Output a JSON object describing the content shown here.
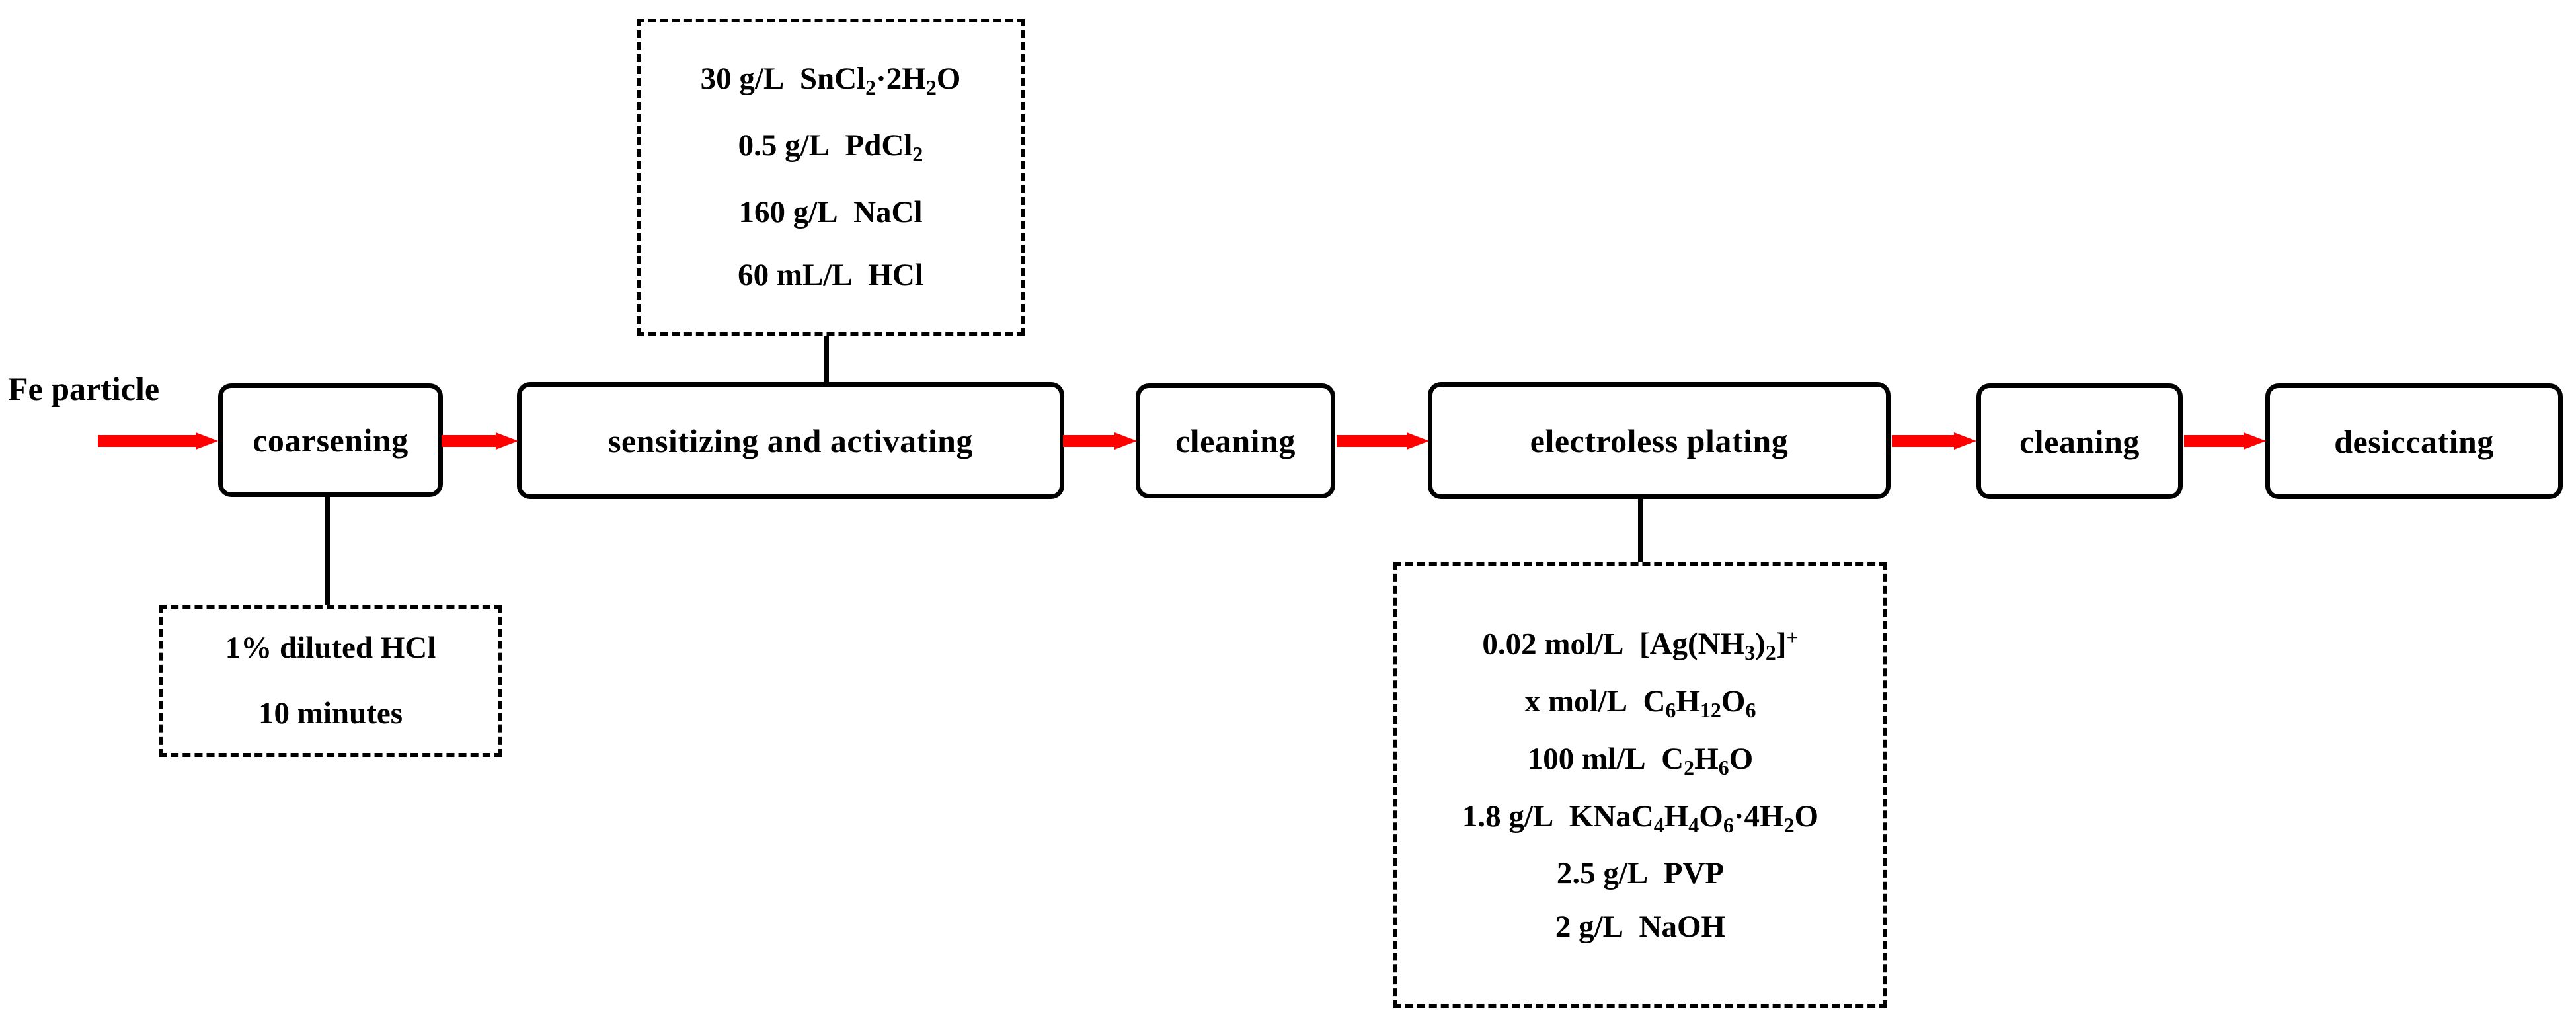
{
  "diagram": {
    "input_label": "Fe particle",
    "steps": [
      {
        "id": "coarsening",
        "label": "coarsening"
      },
      {
        "id": "sensitizing-activating",
        "label": "sensitizing and activating"
      },
      {
        "id": "cleaning-1",
        "label": "cleaning"
      },
      {
        "id": "electroless-plating",
        "label": "electroless plating"
      },
      {
        "id": "cleaning-2",
        "label": "cleaning"
      },
      {
        "id": "desiccating",
        "label": "desiccating"
      }
    ],
    "arrow_color": "#FF0000",
    "line_color": "#000000",
    "sensitizing_bath": {
      "lines": [
        {
          "amount": "30 g/L",
          "chemical_html": "SnCl<sub>2</sub>·2H<sub>2</sub>O"
        },
        {
          "amount": "0.5 g/L",
          "chemical_html": "PdCl<sub>2</sub>"
        },
        {
          "amount": "160 g/L",
          "chemical_html": "NaCl"
        },
        {
          "amount": "60 mL/L",
          "chemical_html": "HCl"
        }
      ]
    },
    "coarsening_bath": {
      "lines": [
        {
          "text": "1% diluted HCl"
        },
        {
          "text": "10 minutes"
        }
      ]
    },
    "plating_bath": {
      "lines": [
        {
          "amount": "0.02 mol/L",
          "chemical_html": "[Ag(NH<sub>3</sub>)<sub>2</sub>]<sup>+</sup>"
        },
        {
          "amount": "x mol/L",
          "chemical_html": "C<sub>6</sub>H<sub>12</sub>O<sub>6</sub>"
        },
        {
          "amount": "100 ml/L",
          "chemical_html": "C<sub>2</sub>H<sub>6</sub>O"
        },
        {
          "amount": "1.8 g/L",
          "chemical_html": "KNaC<sub>4</sub>H<sub>4</sub>O<sub>6</sub>·4H<sub>2</sub>O"
        },
        {
          "amount": "2.5 g/L",
          "chemical_html": "PVP"
        },
        {
          "amount": "2 g/L",
          "chemical_html": "NaOH"
        }
      ]
    }
  }
}
